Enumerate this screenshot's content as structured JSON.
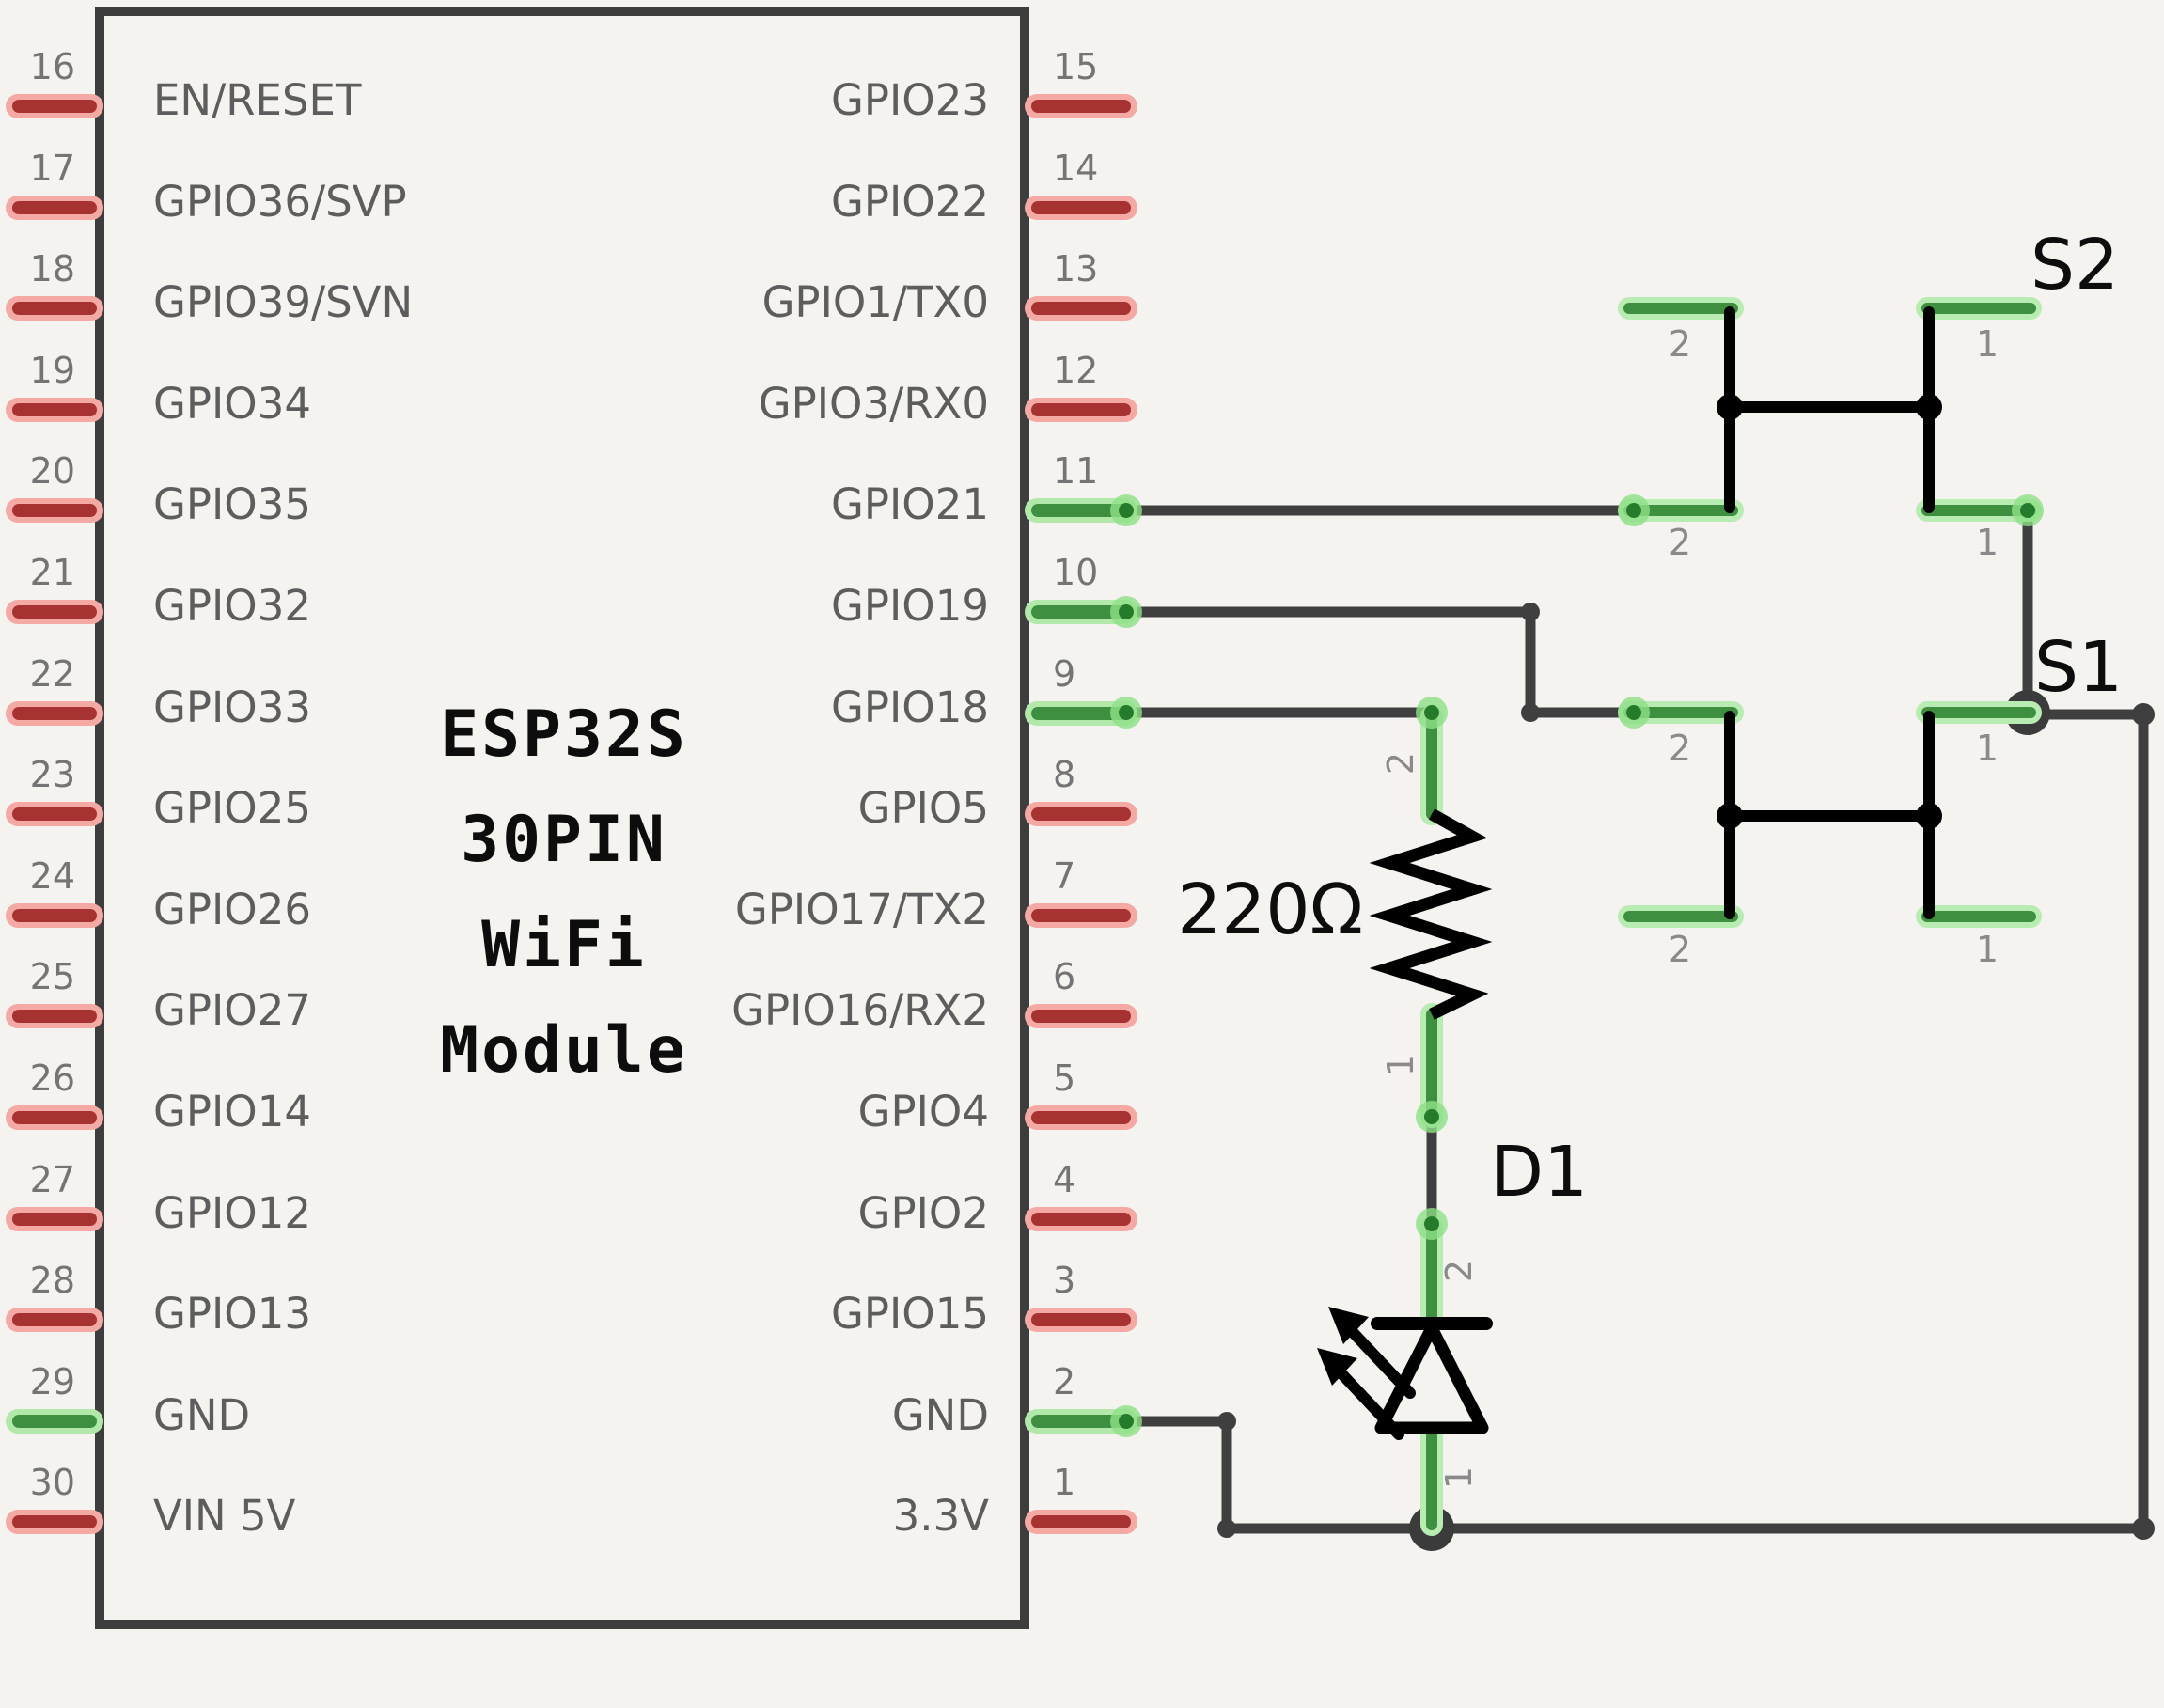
{
  "schematic": {
    "module": {
      "title_lines": [
        "ESP32S",
        "30PIN",
        "WiFi",
        "Module"
      ],
      "left_pins": [
        {
          "num": "16",
          "label": "EN/RESET",
          "color": "red"
        },
        {
          "num": "17",
          "label": "GPIO36/SVP",
          "color": "red"
        },
        {
          "num": "18",
          "label": "GPIO39/SVN",
          "color": "red"
        },
        {
          "num": "19",
          "label": "GPIO34",
          "color": "red"
        },
        {
          "num": "20",
          "label": "GPIO35",
          "color": "red"
        },
        {
          "num": "21",
          "label": "GPIO32",
          "color": "red"
        },
        {
          "num": "22",
          "label": "GPIO33",
          "color": "red"
        },
        {
          "num": "23",
          "label": "GPIO25",
          "color": "red"
        },
        {
          "num": "24",
          "label": "GPIO26",
          "color": "red"
        },
        {
          "num": "25",
          "label": "GPIO27",
          "color": "red"
        },
        {
          "num": "26",
          "label": "GPIO14",
          "color": "red"
        },
        {
          "num": "27",
          "label": "GPIO12",
          "color": "red"
        },
        {
          "num": "28",
          "label": "GPIO13",
          "color": "red"
        },
        {
          "num": "29",
          "label": "GND",
          "color": "green"
        },
        {
          "num": "30",
          "label": "VIN 5V",
          "color": "red"
        }
      ],
      "right_pins": [
        {
          "num": "15",
          "label": "GPIO23",
          "color": "red"
        },
        {
          "num": "14",
          "label": "GPIO22",
          "color": "red"
        },
        {
          "num": "13",
          "label": "GPIO1/TX0",
          "color": "red"
        },
        {
          "num": "12",
          "label": "GPIO3/RX0",
          "color": "red"
        },
        {
          "num": "11",
          "label": "GPIO21",
          "color": "green"
        },
        {
          "num": "10",
          "label": "GPIO19",
          "color": "green"
        },
        {
          "num": "9",
          "label": "GPIO18",
          "color": "green"
        },
        {
          "num": "8",
          "label": "GPIO5",
          "color": "red"
        },
        {
          "num": "7",
          "label": "GPIO17/TX2",
          "color": "red"
        },
        {
          "num": "6",
          "label": "GPIO16/RX2",
          "color": "red"
        },
        {
          "num": "5",
          "label": "GPIO4",
          "color": "red"
        },
        {
          "num": "4",
          "label": "GPIO2",
          "color": "red"
        },
        {
          "num": "3",
          "label": "GPIO15",
          "color": "red"
        },
        {
          "num": "2",
          "label": "GND",
          "color": "green"
        },
        {
          "num": "1",
          "label": "3.3V",
          "color": "red"
        }
      ]
    },
    "components": {
      "s2": {
        "designator": "S2",
        "terminals": [
          "2",
          "1",
          "2",
          "1"
        ]
      },
      "s1": {
        "designator": "S1",
        "terminals": [
          "2",
          "1",
          "2",
          "1"
        ]
      },
      "resistor": {
        "value": "220Ω",
        "terminal_top": "2",
        "terminal_bottom": "1"
      },
      "led": {
        "designator": "D1",
        "terminal_top": "2",
        "terminal_bottom": "1"
      }
    },
    "colors": {
      "pin_red": "#a63232",
      "pin_red_halo": "#f4a9a4",
      "pin_green": "#3f8f41",
      "pin_green_halo": "#b2e9ab",
      "wire": "#3f3f3f",
      "component_stroke": "#000000",
      "number_gray": "#747474",
      "label_gray": "#5d5d5d"
    }
  }
}
